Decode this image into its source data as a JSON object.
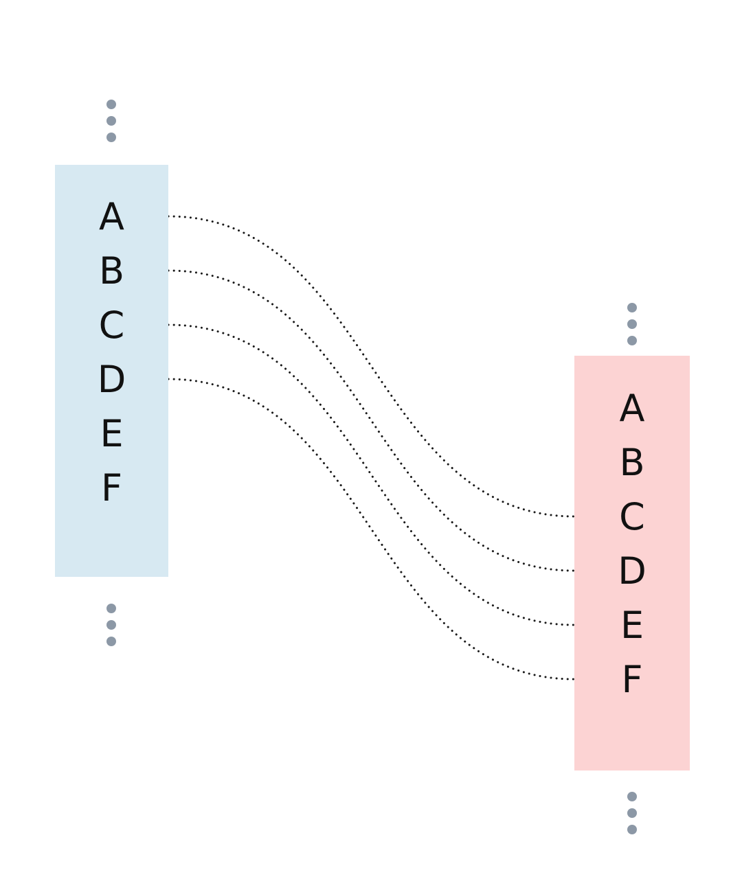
{
  "diagram": {
    "left_sequence": {
      "letters": [
        "A",
        "B",
        "C",
        "D",
        "E",
        "F"
      ],
      "fill_color": "#d7e9f2"
    },
    "right_sequence": {
      "letters": [
        "A",
        "B",
        "C",
        "D",
        "E",
        "F"
      ],
      "fill_color": "#fcd3d3"
    },
    "connections": [
      {
        "from": "A",
        "to": "C"
      },
      {
        "from": "B",
        "to": "D"
      },
      {
        "from": "C",
        "to": "E"
      },
      {
        "from": "D",
        "to": "F"
      }
    ],
    "line": {
      "style": "dotted",
      "color": "#1a1a1a"
    },
    "ellipsis": {
      "color": "#8c98a6",
      "dots_per_group": 3
    }
  }
}
